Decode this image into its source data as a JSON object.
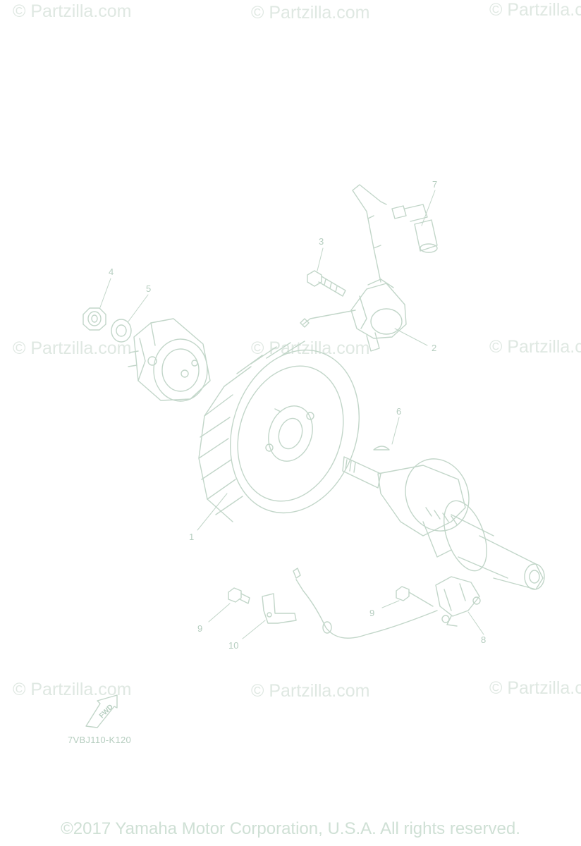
{
  "watermark": {
    "text": "© Partzilla.com"
  },
  "callouts": {
    "p1": "1",
    "p2": "2",
    "p3": "3",
    "p4": "4",
    "p5": "5",
    "p6": "6",
    "p7": "7",
    "p8": "8",
    "p9a": "9",
    "p9b": "9",
    "p10": "10"
  },
  "fwd_label": "FWD",
  "diagram_code": "7VBJ110-K120",
  "footer": "©2017 Yamaha Motor Corporation, U.S.A. All rights reserved.",
  "colors": {
    "line": "#c2d6c9",
    "text": "#b5cdbf",
    "watermark": "#dfe8e2"
  }
}
